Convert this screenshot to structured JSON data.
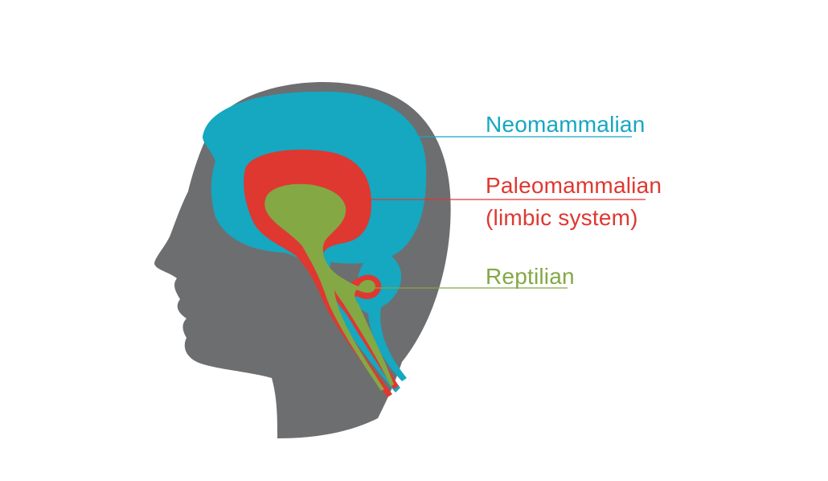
{
  "colors": {
    "head": "#6d6e70",
    "neomammalian": "#16a7c1",
    "paleomammalian": "#de3831",
    "reptilian": "#84a844",
    "background": "#ffffff"
  },
  "labels": {
    "neomammalian": "Neomammalian",
    "paleomammalian": "Paleomammalian",
    "paleomammalian_sub": "(limbic system)",
    "reptilian": "Reptilian"
  }
}
